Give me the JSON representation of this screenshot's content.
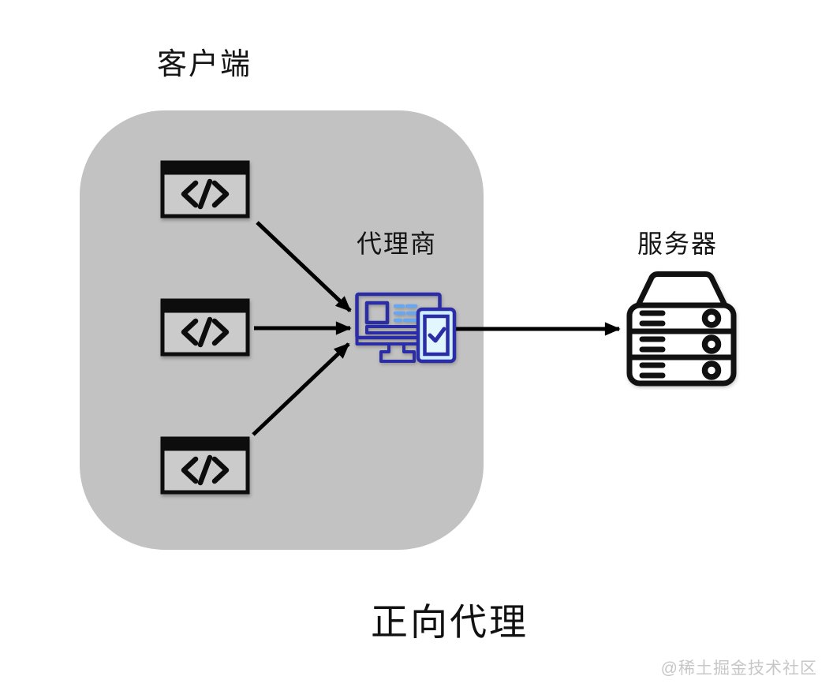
{
  "diagram": {
    "type": "network-proxy-diagram",
    "title": "正向代理",
    "watermark": "@稀土掘金技术社区",
    "nodes": {
      "client_group": {
        "label": "客户端",
        "icon": "code-window",
        "client_count": 3
      },
      "proxy": {
        "label": "代理商",
        "icon": "monitor-phone-check"
      },
      "server": {
        "label": "服务器",
        "icon": "server-rack"
      }
    },
    "edges": [
      {
        "from": "client-1",
        "to": "proxy"
      },
      {
        "from": "client-2",
        "to": "proxy"
      },
      {
        "from": "client-3",
        "to": "proxy"
      },
      {
        "from": "proxy",
        "to": "server"
      }
    ],
    "colors": {
      "background": "#ffffff",
      "container": "#c2c2c2",
      "client_window_fill": "#cbcbcb",
      "outline_black": "#0d0d0d",
      "proxy_outline": "#2b2da6",
      "proxy_screen_fill": "#cfeffc",
      "proxy_inner_screen_fill": "#e2f6fe",
      "proxy_line_blue": "#66a6f2",
      "arrow": "#000000",
      "watermark_text": "#c7c7c7"
    }
  }
}
